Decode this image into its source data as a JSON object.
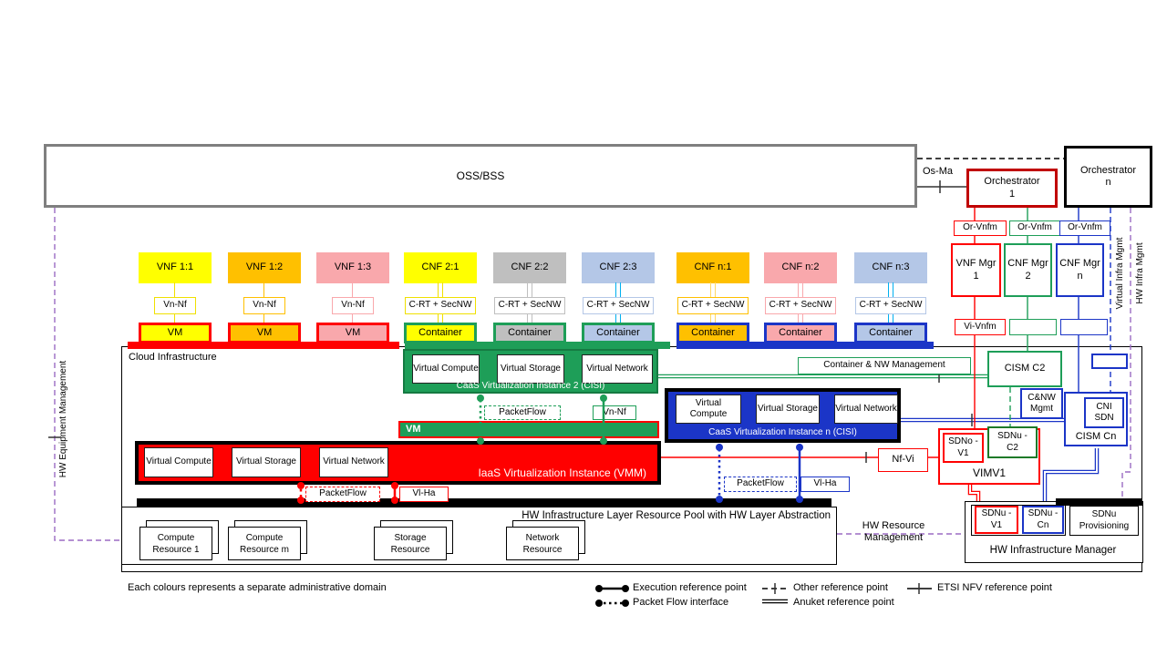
{
  "palette": {
    "red": "#FF0000",
    "darkRed": "#C00000",
    "green": "#1E9E58",
    "darkGreen": "#1E7A28",
    "blue": "#1B35C7",
    "lightBlue": "#B4C7E7",
    "cyan": "#00B0F0",
    "yellow": "#FFFF00",
    "orange": "#FFC000",
    "pink": "#F9A8AC",
    "gray": "#BFBFBF",
    "purple": "#9B6BC3",
    "frame": "#7F7F7F"
  },
  "top": {
    "oss": "OSS/BSS",
    "os_ma": "Os-Ma",
    "orchestrator1": "Orchestrator 1",
    "orchestrator_n": "Orchestrator n",
    "or_vnfm": "Or-Vnfm",
    "mgrs": [
      "VNF Mgr 1",
      "CNF Mgr 2",
      "CNF Mgr n"
    ],
    "vi_vnfm": "Vi-Vnfm",
    "virtual_infra_mgmt": "Virtual Infra Mgmt",
    "hw_infra_mgmt": "HW Infra Mgmt",
    "hw_equipment_mgmt": "HW Equipment Management"
  },
  "nfs": [
    {
      "label": "VNF 1:1",
      "fill": "#FFFF00",
      "accent": "#F0E000",
      "conn": "#F0E000",
      "iface": "Vn-Nf",
      "host": "VM",
      "group": "red",
      "double": false
    },
    {
      "label": "VNF 1:2",
      "fill": "#FFC000",
      "accent": "#FFC000",
      "conn": "#FFC000",
      "iface": "Vn-Nf",
      "host": "VM",
      "group": "red",
      "double": false
    },
    {
      "label": "VNF 1:3",
      "fill": "#F9A8AC",
      "accent": "#F9A8AC",
      "conn": "#F9A8AC",
      "iface": "Vn-Nf",
      "host": "VM",
      "group": "red",
      "double": false
    },
    {
      "label": "CNF 2:1",
      "fill": "#FFFF00",
      "accent": "#F0E000",
      "conn": "#F0E000",
      "iface": "C-RT + SecNW",
      "host": "Container",
      "group": "green",
      "double": true
    },
    {
      "label": "CNF 2:2",
      "fill": "#BFBFBF",
      "accent": "#BFBFBF",
      "conn": "#BFBFBF",
      "iface": "C-RT + SecNW",
      "host": "Container",
      "group": "green",
      "double": true
    },
    {
      "label": "CNF 2:3",
      "fill": "#B4C7E7",
      "accent": "#B4C7E7",
      "conn": "#00B0F0",
      "iface": "C-RT + SecNW",
      "host": "Container",
      "group": "green",
      "double": true
    },
    {
      "label": "CNF n:1",
      "fill": "#FFC000",
      "accent": "#FFC000",
      "conn": "#FFD966",
      "iface": "C-RT + SecNW",
      "host": "Container",
      "group": "blue",
      "double": true
    },
    {
      "label": "CNF n:2",
      "fill": "#F9A8AC",
      "accent": "#F9A8AC",
      "conn": "#F9A8AC",
      "iface": "C-RT + SecNW",
      "host": "Container",
      "group": "blue",
      "double": true
    },
    {
      "label": "CNF n:3",
      "fill": "#B4C7E7",
      "accent": "#B4C7E7",
      "conn": "#00B0F0",
      "iface": "C-RT + SecNW",
      "host": "Container",
      "group": "blue",
      "double": true
    }
  ],
  "cloud": {
    "title": "Cloud Infrastructure",
    "caas2": {
      "label": "CaaS Virtualization Instance 2 (CISI)",
      "cells": [
        "Virtual Compute",
        "Virtual Storage",
        "Virtual Network"
      ]
    },
    "caasn": {
      "label": "CaaS Virtualization Instance n (CISI)",
      "cells": [
        "Virtual Compute",
        "Virtual Storage",
        "Virtual Network"
      ]
    },
    "iaas": {
      "label": "IaaS Virtualization Instance (VMM)",
      "cells": [
        "Virtual Compute",
        "Virtual Storage",
        "Virtual Network"
      ]
    },
    "vm_bar": "VM",
    "packetflow": "PacketFlow",
    "vnnf": "Vn-Nf",
    "vlha": "Vl-Ha",
    "container_nw_mgmt": "Container & NW Management",
    "nfvi": "Nf-Vi"
  },
  "right": {
    "cism_c2": "CISM C2",
    "cnw_mgmt": "C&NW Mgmt",
    "cni_sdn": "CNI SDN",
    "cism_cn": "CISM Cn",
    "sdno_v1": "SDNo -V1",
    "sdnu_c2": "SDNu -C2",
    "vimv1": "VIMV1",
    "hw_resource_mgmt": "HW Resource Management",
    "hwim": {
      "title": "HW Infrastructure Manager",
      "sdnu_v1": "SDNu -V1",
      "sdnu_cn": "SDNu -Cn",
      "sdnu_prov": "SDNu Provisioning"
    }
  },
  "pool": {
    "title": "HW Infrastructure Layer Resource Pool with HW Layer Abstraction",
    "resources": [
      "Compute Resource 1",
      "Compute Resource m",
      "Storage Resource",
      "Network Resource"
    ]
  },
  "legend": {
    "note": "Each colours represents a separate administrative domain",
    "items": [
      "Execution reference point",
      "Packet Flow interface",
      "Other reference point",
      "Anuket reference point",
      "ETSI NFV reference point"
    ]
  }
}
